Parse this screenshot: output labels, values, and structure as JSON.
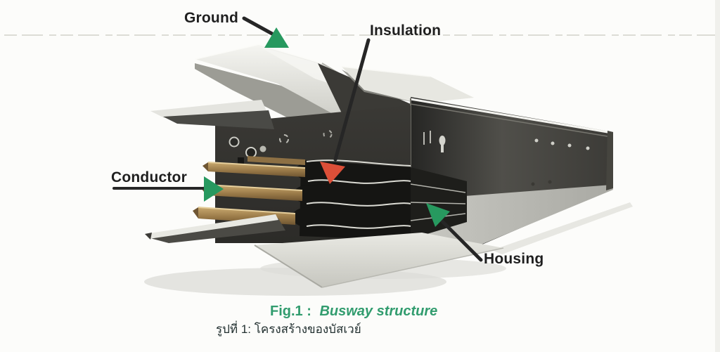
{
  "figure": {
    "type": "labeled-photo-diagram",
    "subject": "Busway structure cutaway photo",
    "labels": {
      "ground": "Ground",
      "insulation": "Insulation",
      "conductor": "Conductor",
      "housing": "Housing"
    },
    "caption": {
      "prefix_en": "Fig.1 :",
      "title_en": "Busway structure",
      "line_th": "รูปที่ 1: โครงสร้างของบัสเวย์"
    },
    "colors": {
      "arrow_green": "#27995F",
      "arrow_red": "#DC4F38",
      "label_text": "#1F1F1F",
      "caption_green": "#319C6E",
      "annotation_line": "#262626"
    }
  }
}
